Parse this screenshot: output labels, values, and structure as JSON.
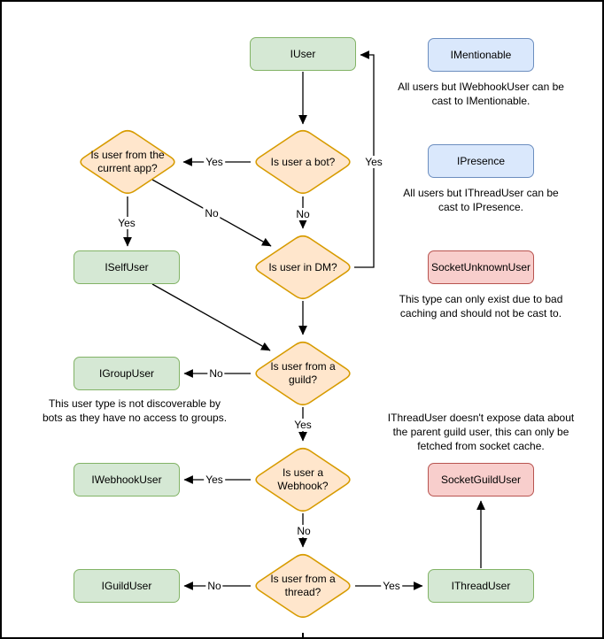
{
  "palette": {
    "interface_fill": "#d5e8d4",
    "interface_stroke": "#82b366",
    "decision_fill": "#ffe6cc",
    "decision_stroke": "#d79b00",
    "castable_fill": "#dae8fc",
    "castable_stroke": "#6c8ebf",
    "socket_fill": "#f8cecc",
    "socket_stroke": "#b85450",
    "line": "#000000",
    "background": "#ffffff"
  },
  "interfaces": {
    "iuser": "IUser",
    "iselfuser": "ISelfUser",
    "igroupuser": "IGroupUser",
    "iwebhookuser": "IWebhookUser",
    "iguilduser": "IGuildUser",
    "ithreaduser": "IThreadUser",
    "imentionable": "IMentionable",
    "ipresence": "IPresence"
  },
  "socket_types": {
    "socketunknownuser": "SocketUnknownUser",
    "socketguilduser": "SocketGuildUser"
  },
  "decisions": {
    "bot": "Is user a bot?",
    "current_app": "Is user from the current app?",
    "dm": "Is user in DM?",
    "guild": "Is user from a guild?",
    "webhook": "Is user a Webhook?",
    "thread": "Is user from a thread?"
  },
  "labels": {
    "yes": "Yes",
    "no": "No"
  },
  "annotations": {
    "imentionable_note": "All users but IWebhookUser can be cast to IMentionable.",
    "ipresence_note": "All users but IThreadUser can be cast to IPresence.",
    "socketunknownuser_note": "This type can only exist due to bad caching and should not be cast to.",
    "igroupuser_note": "This user type is not discoverable by bots as they have no access to groups.",
    "ithreaduser_note": "IThreadUser doesn't expose data about the parent guild user, this can only be fetched from socket cache."
  }
}
